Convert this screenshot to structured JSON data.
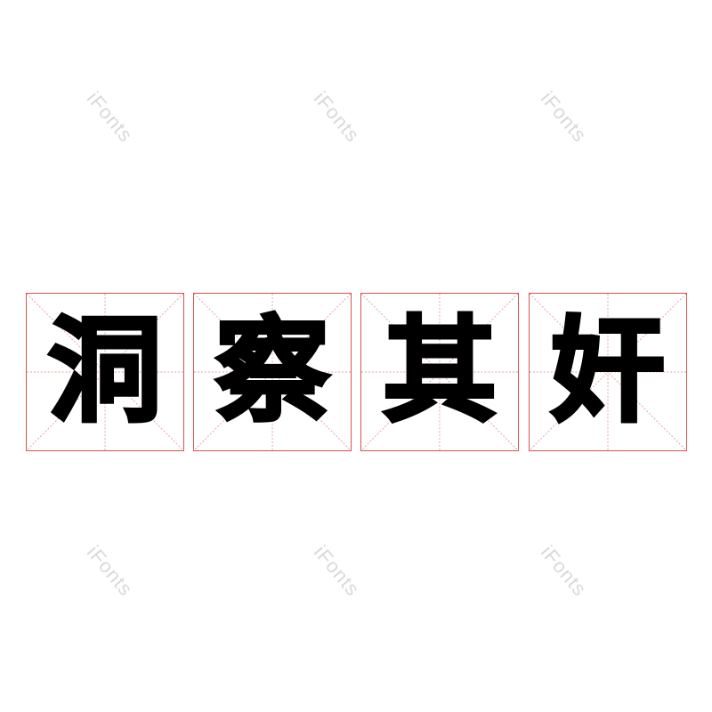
{
  "phrase": {
    "chars": [
      "洞",
      "察",
      "其",
      "奸"
    ]
  },
  "watermark": {
    "text": "iFonts"
  },
  "colors": {
    "grid_border": "#d9534f",
    "grid_dotted": "#e8a0a0",
    "watermark": "#d9d9d9",
    "glyph": "#000000"
  }
}
